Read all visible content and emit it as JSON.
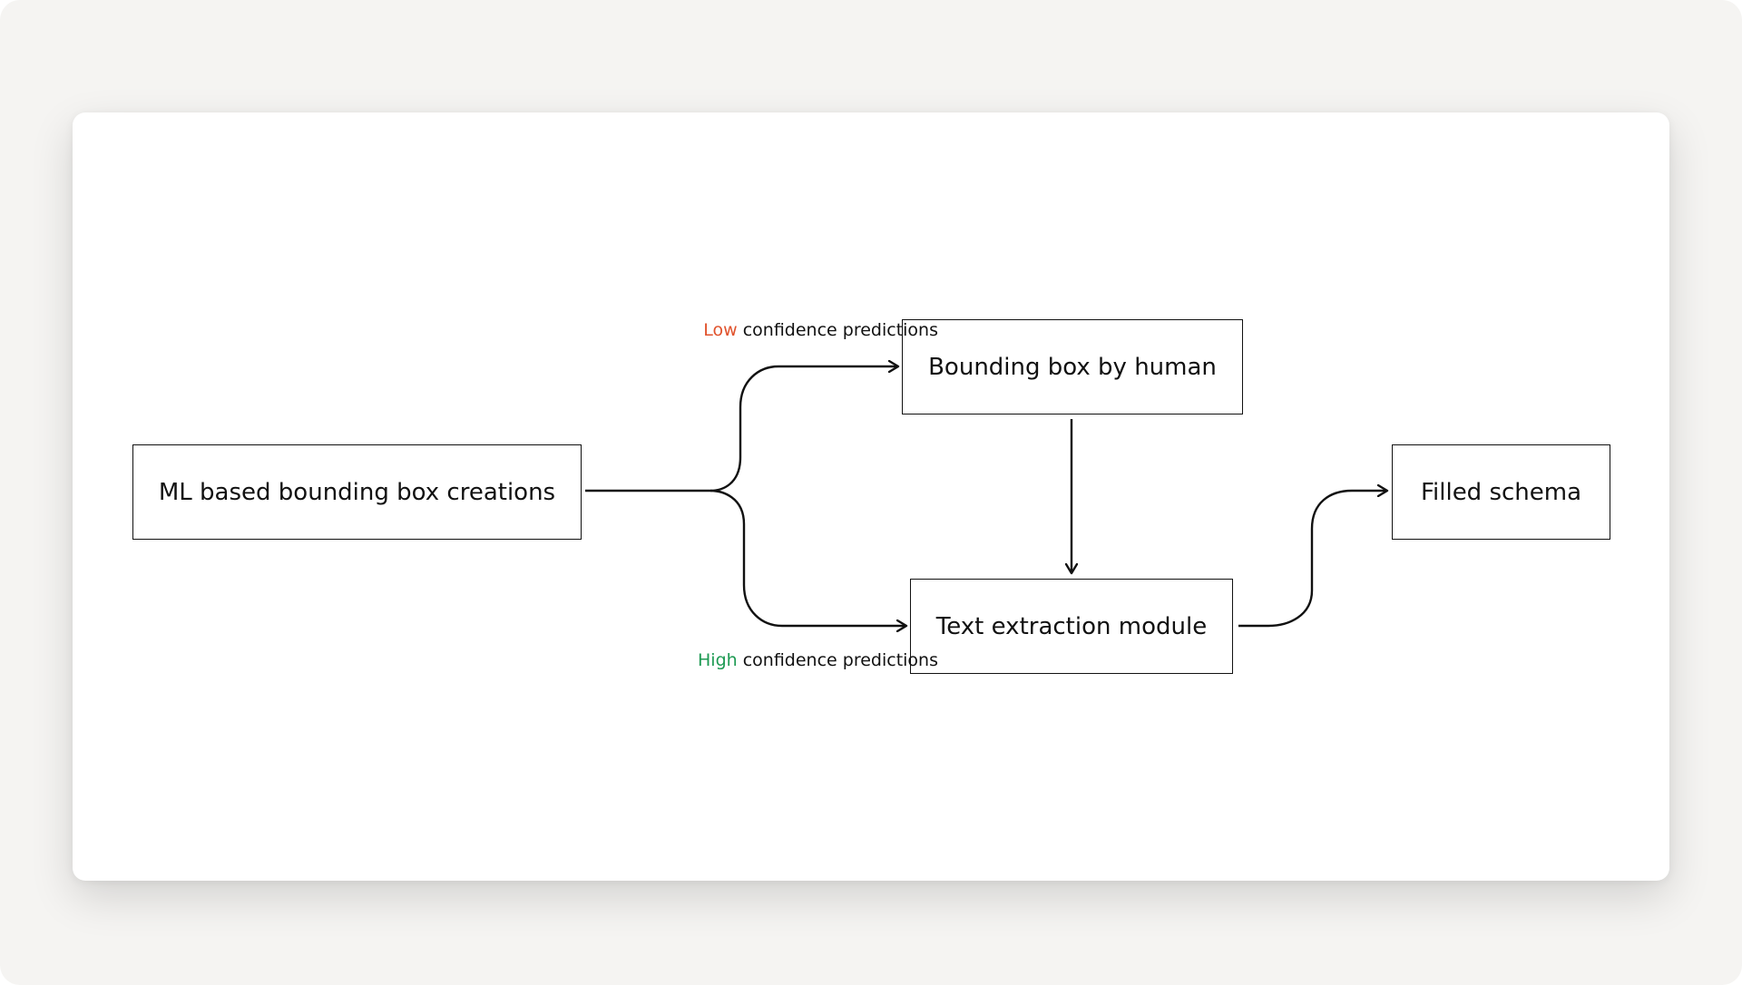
{
  "diagram": {
    "nodes": {
      "ml_bbox": {
        "label": "ML based bounding box creations"
      },
      "human_bbox": {
        "label": "Bounding box by human"
      },
      "text_extraction": {
        "label": "Text extraction module"
      },
      "filled_schema": {
        "label": "Filled schema"
      }
    },
    "edges": [
      {
        "from": "ml_bbox",
        "to": "human_bbox",
        "label_prefix": "Low",
        "label_rest": " confidence predictions"
      },
      {
        "from": "ml_bbox",
        "to": "text_extraction",
        "label_prefix": "High",
        "label_rest": " confidence predictions"
      },
      {
        "from": "human_bbox",
        "to": "text_extraction"
      },
      {
        "from": "text_extraction",
        "to": "filled_schema"
      }
    ]
  },
  "colors": {
    "low_accent": "#e0522c",
    "high_accent": "#1e9a53",
    "stroke": "#111111",
    "card_background": "#ffffff",
    "page_background": "#f5f4f2"
  }
}
